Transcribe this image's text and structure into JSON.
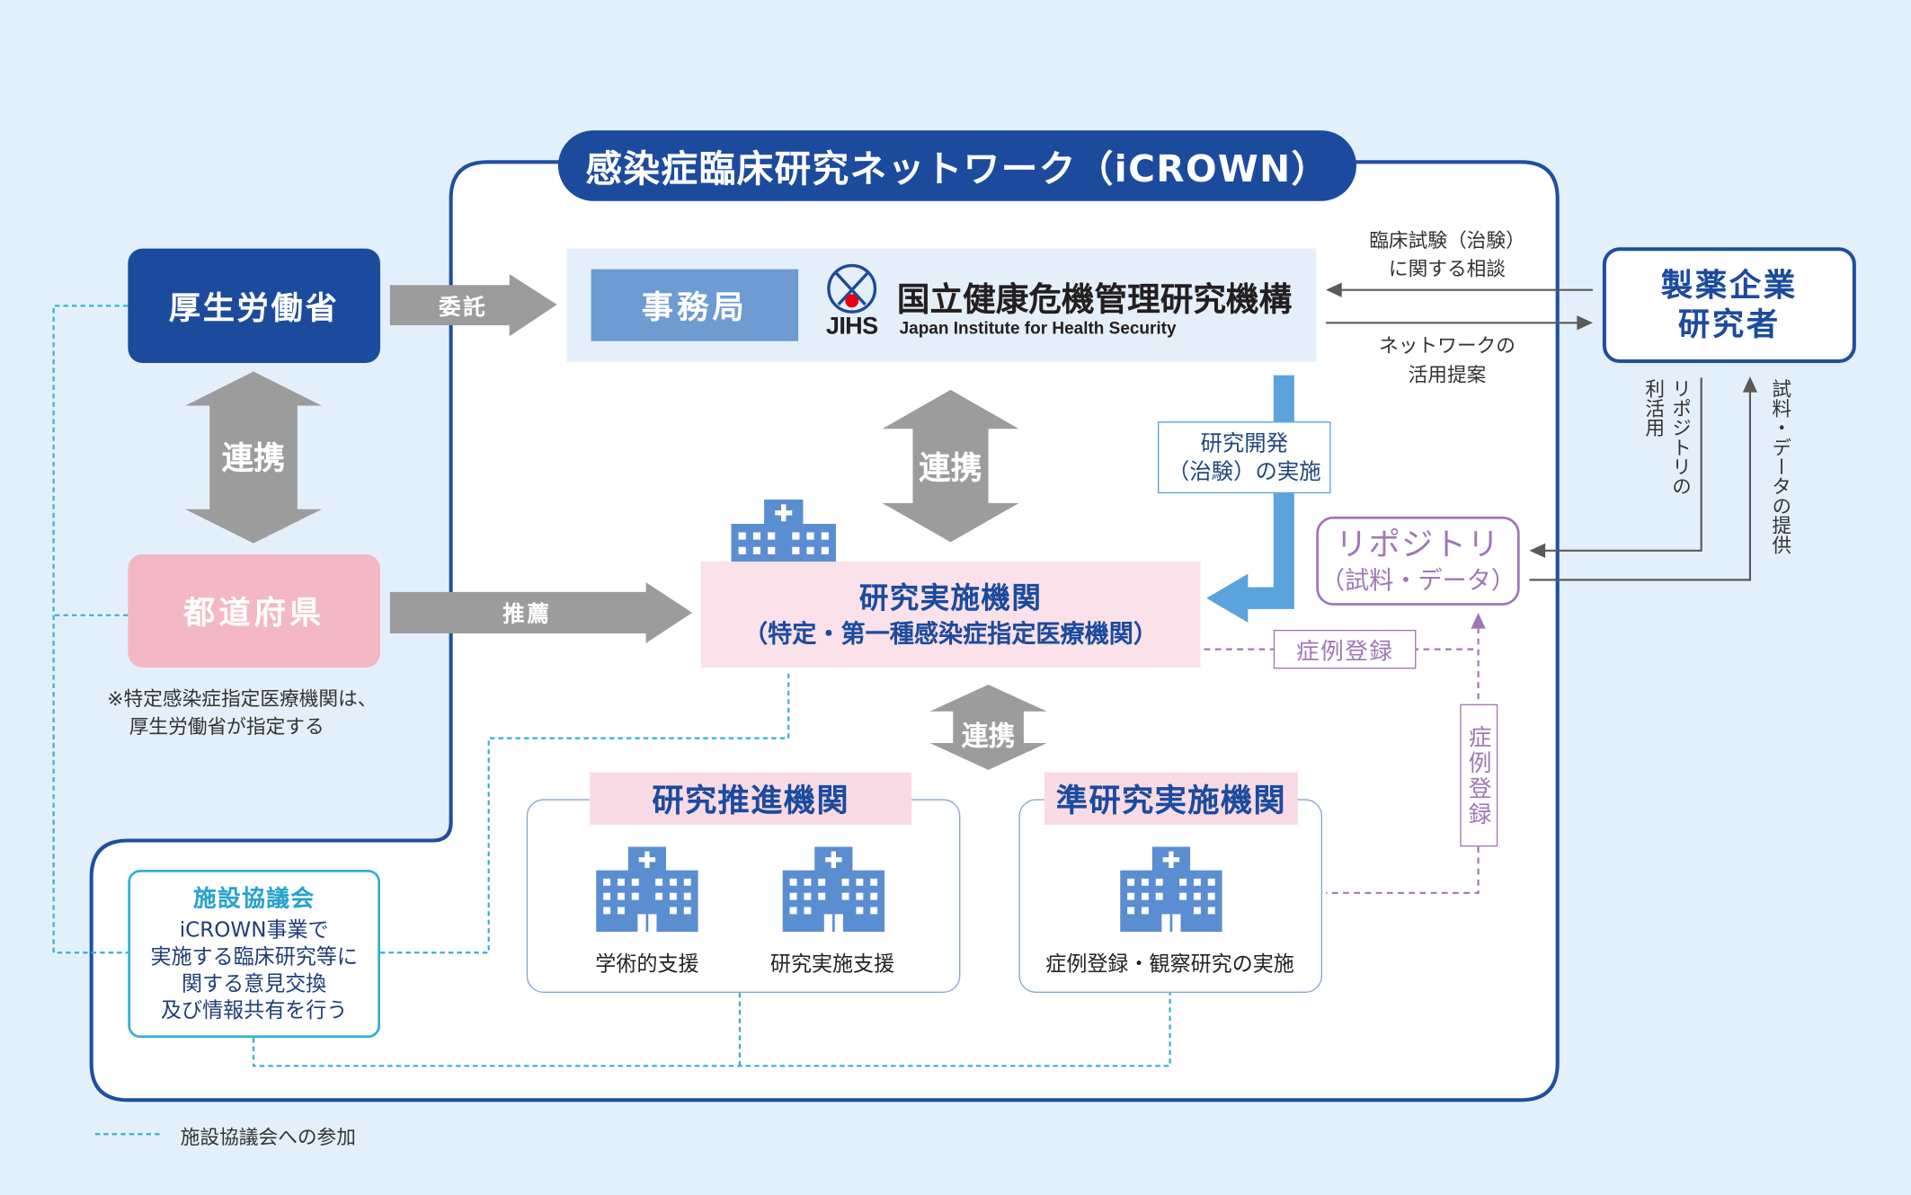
{
  "title": "感染症臨床研究ネットワーク（iCROWN）",
  "mhlw": {
    "label": "厚生労働省"
  },
  "prefecture": {
    "label": "都道府県"
  },
  "note": [
    "※特定感染症指定医療機関は、",
    "厚生労働省が指定する"
  ],
  "links": {
    "renkei_left": "連携",
    "renkei_center": "連携",
    "renkei_lower": "連携",
    "itaku": "委託",
    "suisen": "推薦"
  },
  "secretariat": {
    "label": "事務局",
    "logo_mark": "JIHS",
    "org_name_ja": "国立健康危機管理研究機構",
    "org_name_en": "Japan Institute for Health Security"
  },
  "consult": [
    "臨床試験（治験）",
    "に関する相談"
  ],
  "proposal": [
    "ネットワークの",
    "活用提案"
  ],
  "pharma": [
    "製薬企業",
    "研究者"
  ],
  "rnd": [
    "研究開発",
    "（治験）の実施"
  ],
  "research_inst": {
    "name": "研究実施機関",
    "sub": "（特定・第一種感染症指定医療機関）"
  },
  "repository": [
    "リポジトリ",
    "（試料・データ）"
  ],
  "repo_use": [
    "リポジトリの",
    "利活用"
  ],
  "sample_provision": "試料・データの提供",
  "case_registration": "症例登録",
  "case_registration_vertical": "症例登録",
  "promotion": {
    "name": "研究推進機関",
    "items": [
      "学術的支援",
      "研究実施支援"
    ]
  },
  "semi": {
    "name": "準研究実施機関",
    "items": [
      "症例登録・観察研究の実施"
    ]
  },
  "council": {
    "title": "施設協議会",
    "lines": [
      "iCROWN事業で",
      "実施する臨床研究等に",
      "関する意見交換",
      "及び情報共有を行う"
    ]
  },
  "legend": "施設協議会への参加",
  "icons": [
    "hospital-icon",
    "jihs-logo-icon"
  ],
  "colors": {
    "page_bg": "#e3f0fb",
    "navy": "#1c4b9e",
    "outline": "#1f4f9f",
    "pink_box": "#f4b7c4",
    "light_pink": "#fbe1e9",
    "label_pink": "#f9dbe5",
    "office_blue": "#6d9bd2",
    "office_bg": "#e4eff9",
    "gray_arrow": "#9c9c9c",
    "blue_arrow": "#5aa3dc",
    "purple": "#9f77b6",
    "teal": "#34aed3",
    "icon_blue": "#5b8ed0",
    "jihs_red": "#e60012"
  }
}
